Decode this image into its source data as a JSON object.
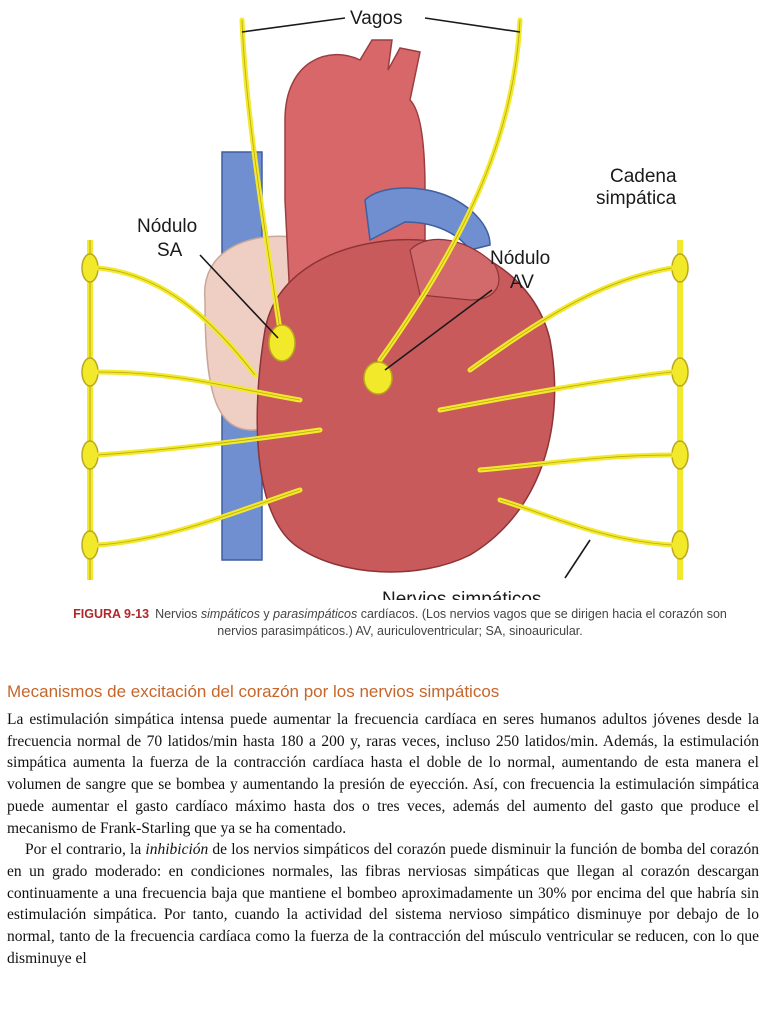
{
  "figure": {
    "labels": {
      "vagos": "Vagos",
      "nodulo_sa_1": "Nódulo",
      "nodulo_sa_2": "SA",
      "nodulo_av_1": "Nódulo",
      "nodulo_av_2": "AV",
      "cadena_1": "Cadena",
      "cadena_2": "simpática",
      "nervios": "Nervios simpáticos"
    },
    "colors": {
      "heart": "#c95a5c",
      "aorta": "#d8676a",
      "vein": "#6f8fd0",
      "atrium": "#efcfc4",
      "nerve": "#f2e92a",
      "nerve_outline": "#b9a81c"
    }
  },
  "caption": {
    "fig_no": "FIGURA 9-13",
    "t1": "Nervios ",
    "t2": "simpáticos",
    "t3": " y ",
    "t4": "parasimpáticos",
    "t5": " cardíacos. (Los nervios vagos que se dirigen hacia el corazón son nervios parasimpáticos.) AV, auriculoventricular; SA, sinoauricular."
  },
  "section_title": "Mecanismos de excitación del corazón por los nervios simpáticos",
  "paragraph1": "La estimulación simpática intensa puede aumentar la frecuencia cardíaca en seres humanos adultos jóvenes desde la frecuencia normal de 70 latidos/min hasta 180 a 200 y, raras veces, incluso 250 latidos/min. Además, la estimulación simpática aumenta la fuerza de la contracción cardíaca hasta el doble de lo normal, aumentando de esta manera el volumen de sangre que se bombea y aumentando la presión de eyección. Así, con frecuencia la estimulación simpática puede aumentar el gasto cardíaco máximo hasta dos o tres veces, además del aumento del gasto que produce el mecanismo de Frank-Starling que ya se ha comentado.",
  "paragraph2": {
    "before": "Por el contrario, la ",
    "em": "inhibición",
    "after": " de los nervios simpáticos del corazón puede disminuir la función de bomba del corazón en un grado moderado: en condiciones normales, las fibras nerviosas simpáticas que llegan al corazón descargan continuamente a una frecuencia baja que mantiene el bombeo aproximadamente un 30% por encima del que habría sin estimulación simpática. Por tanto, cuando la actividad del sistema nervioso simpático disminuye por debajo de lo normal, tanto de la frecuencia cardíaca como la fuerza de la contracción del músculo ventricular se reducen, con lo que disminuye el"
  }
}
